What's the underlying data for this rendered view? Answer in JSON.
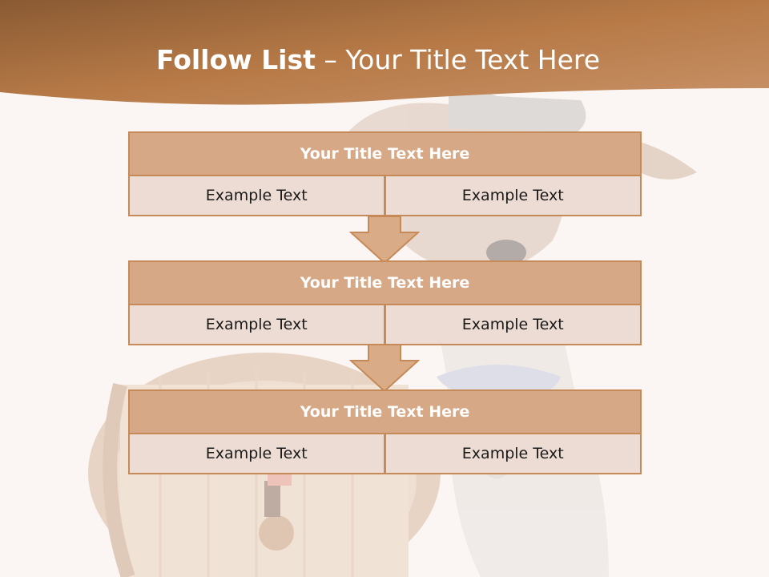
{
  "title": {
    "bold": "Follow List",
    "rest": " – Your Title Text Here"
  },
  "steps": [
    {
      "title": "Your Title Text Here",
      "left": "Example Text",
      "right": "Example Text"
    },
    {
      "title": "Your Title Text Here",
      "left": "Example Text",
      "right": "Example Text"
    },
    {
      "title": "Your Title Text Here",
      "left": "Example Text",
      "right": "Example Text"
    }
  ],
  "colors": {
    "header_band": "#b87a48",
    "block_header": "#d7a886",
    "block_cell": "#ecdcd3",
    "border": "#c58a58",
    "arrow": "#d9ab87"
  },
  "background_image": "faded-dog-with-hat-and-beer-barrel"
}
